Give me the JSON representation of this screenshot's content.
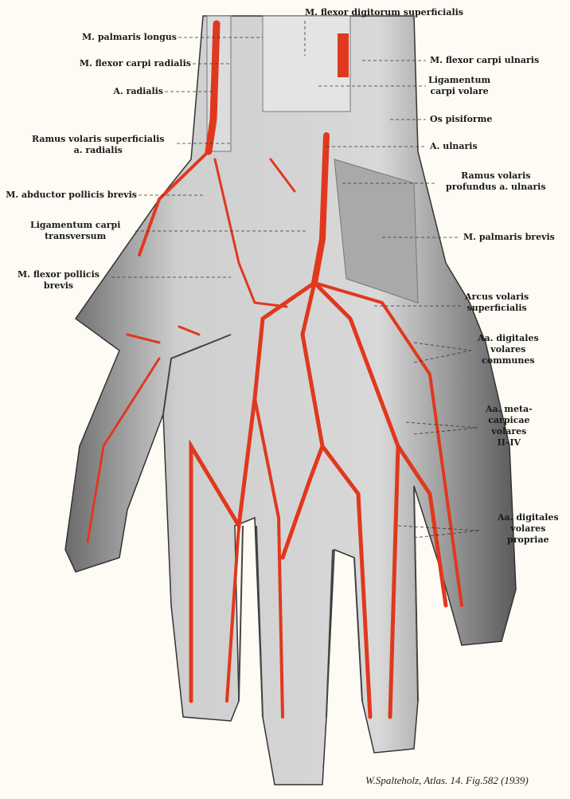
{
  "figure": {
    "caption": "W.Spalteholz, Atlas. 14. Fig.582 (1939)",
    "colors": {
      "artery": "#e0381e",
      "tissue": "#c9c9c9",
      "shadow": "#555555",
      "paper": "#fdfbf4"
    },
    "labels_left": [
      {
        "lines": [
          "M. palmaris longus"
        ]
      },
      {
        "lines": [
          "M. flexor carpi radialis"
        ]
      },
      {
        "lines": [
          "A. radialis"
        ]
      },
      {
        "lines": [
          "Ramus volaris superficialis",
          "a. radialis"
        ]
      },
      {
        "lines": [
          "M. abductor pollicis brevis"
        ]
      },
      {
        "lines": [
          "Ligamentum carpi",
          "transversum"
        ]
      },
      {
        "lines": [
          "M. flexor pollicis",
          "brevis"
        ]
      }
    ],
    "label_top": {
      "lines": [
        "M. flexor digitorum superficialis"
      ]
    },
    "labels_right": [
      {
        "lines": [
          "M. flexor carpi ulnaris"
        ]
      },
      {
        "lines": [
          "Ligamentum",
          "carpi volare"
        ]
      },
      {
        "lines": [
          "Os pisiforme"
        ]
      },
      {
        "lines": [
          "A. ulnaris"
        ]
      },
      {
        "lines": [
          "Ramus volaris",
          "profundus a. ulnaris"
        ]
      },
      {
        "lines": [
          "M. palmaris brevis"
        ]
      },
      {
        "lines": [
          "Arcus volaris",
          "superficialis"
        ]
      },
      {
        "lines": [
          "Aa. digitales",
          "volares",
          "communes"
        ]
      },
      {
        "lines": [
          "Aa. meta-",
          "carpicae",
          "volares",
          "II–IV"
        ]
      },
      {
        "lines": [
          "Aa. digitales",
          "volares",
          "propriae"
        ]
      }
    ]
  }
}
